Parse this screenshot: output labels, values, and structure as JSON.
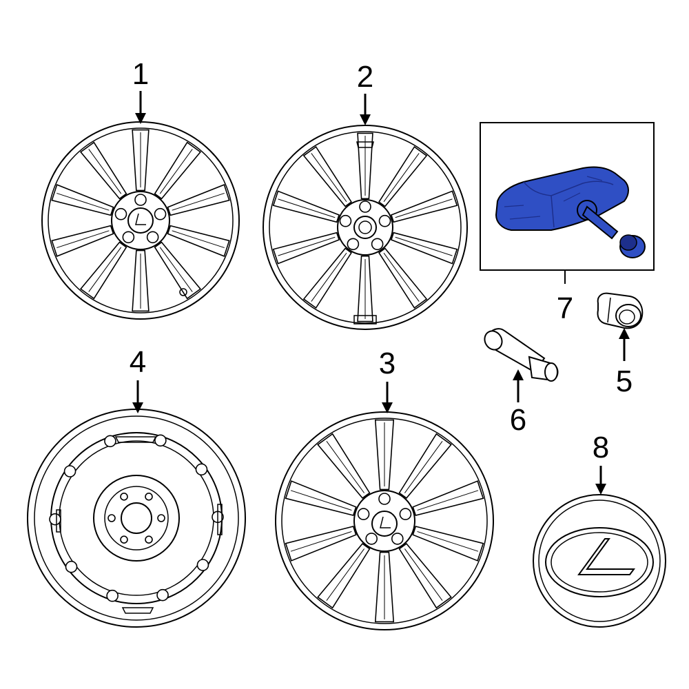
{
  "callouts": {
    "c1": "1",
    "c2": "2",
    "c3": "3",
    "c4": "4",
    "c5": "5",
    "c6": "6",
    "c7": "7",
    "c8": "8"
  },
  "colors": {
    "line": "#000000",
    "background": "#ffffff",
    "highlight_part": "#2f4fc4",
    "highlight_shadow": "#1d2f8c"
  },
  "icons": [
    "wheel-alloy",
    "wheel-steel-spare",
    "tpms-sensor",
    "valve-stem",
    "valve-cap",
    "center-cap-emblem"
  ]
}
